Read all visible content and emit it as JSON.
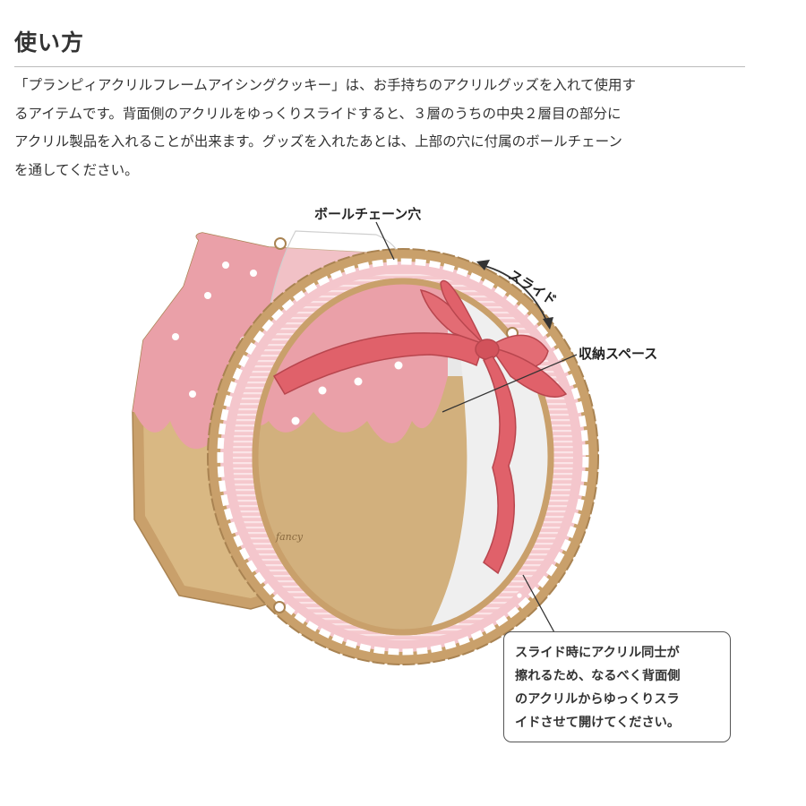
{
  "page": {
    "heading": "使い方",
    "intro_lines": [
      "「プランピィアクリルフレームアイシングクッキー」は、お手持ちのアクリルグッズを入れて使用す",
      "るアイテムです。背面側のアクリルをゆっくりスライドすると、３層のうちの中央２層目の部分に",
      "アクリル製品を入れることが出来ます。グッズを入れたあとは、上部の穴に付属のボールチェーン",
      "を通してください。"
    ]
  },
  "diagram": {
    "callouts": {
      "ball_chain_hole": "ボールチェーン穴",
      "slide": "スライド",
      "storage_space": "収納スペース"
    },
    "note_lines": [
      "スライド時にアクリル同士が",
      "擦れるため、なるべく背面側",
      "のアクリルからゆっくりスラ",
      "イドさせて開けてください。"
    ],
    "signature": "fancy",
    "colors": {
      "cookie_border": "#c9a06b",
      "cookie_base": "#d9b883",
      "icing_pink": "#eaa0a8",
      "bow_red": "#e0616a",
      "frame_pink": "#f4c6cc"
    }
  }
}
